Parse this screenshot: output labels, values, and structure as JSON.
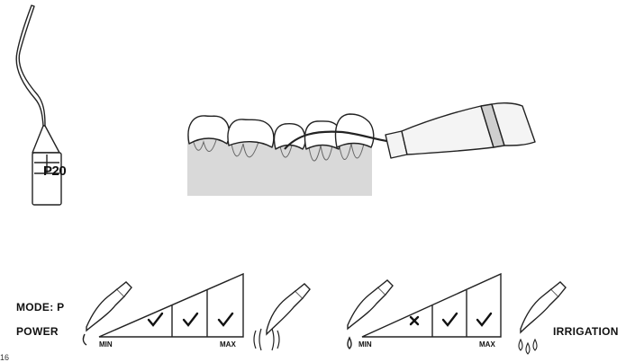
{
  "tip": {
    "model": "P20"
  },
  "mode_label": "MODE: P",
  "power": {
    "label": "POWER",
    "min": "MIN",
    "max": "MAX",
    "levels": [
      "check",
      "check",
      "check"
    ]
  },
  "irrigation": {
    "label": "IRRIGATION",
    "min": "MIN",
    "max": "MAX",
    "levels": [
      "cross",
      "check",
      "check"
    ]
  },
  "page_number": "16",
  "colors": {
    "line": "#222222",
    "gum": "#d9d9d9",
    "handpiece": "#f4f4f4"
  }
}
